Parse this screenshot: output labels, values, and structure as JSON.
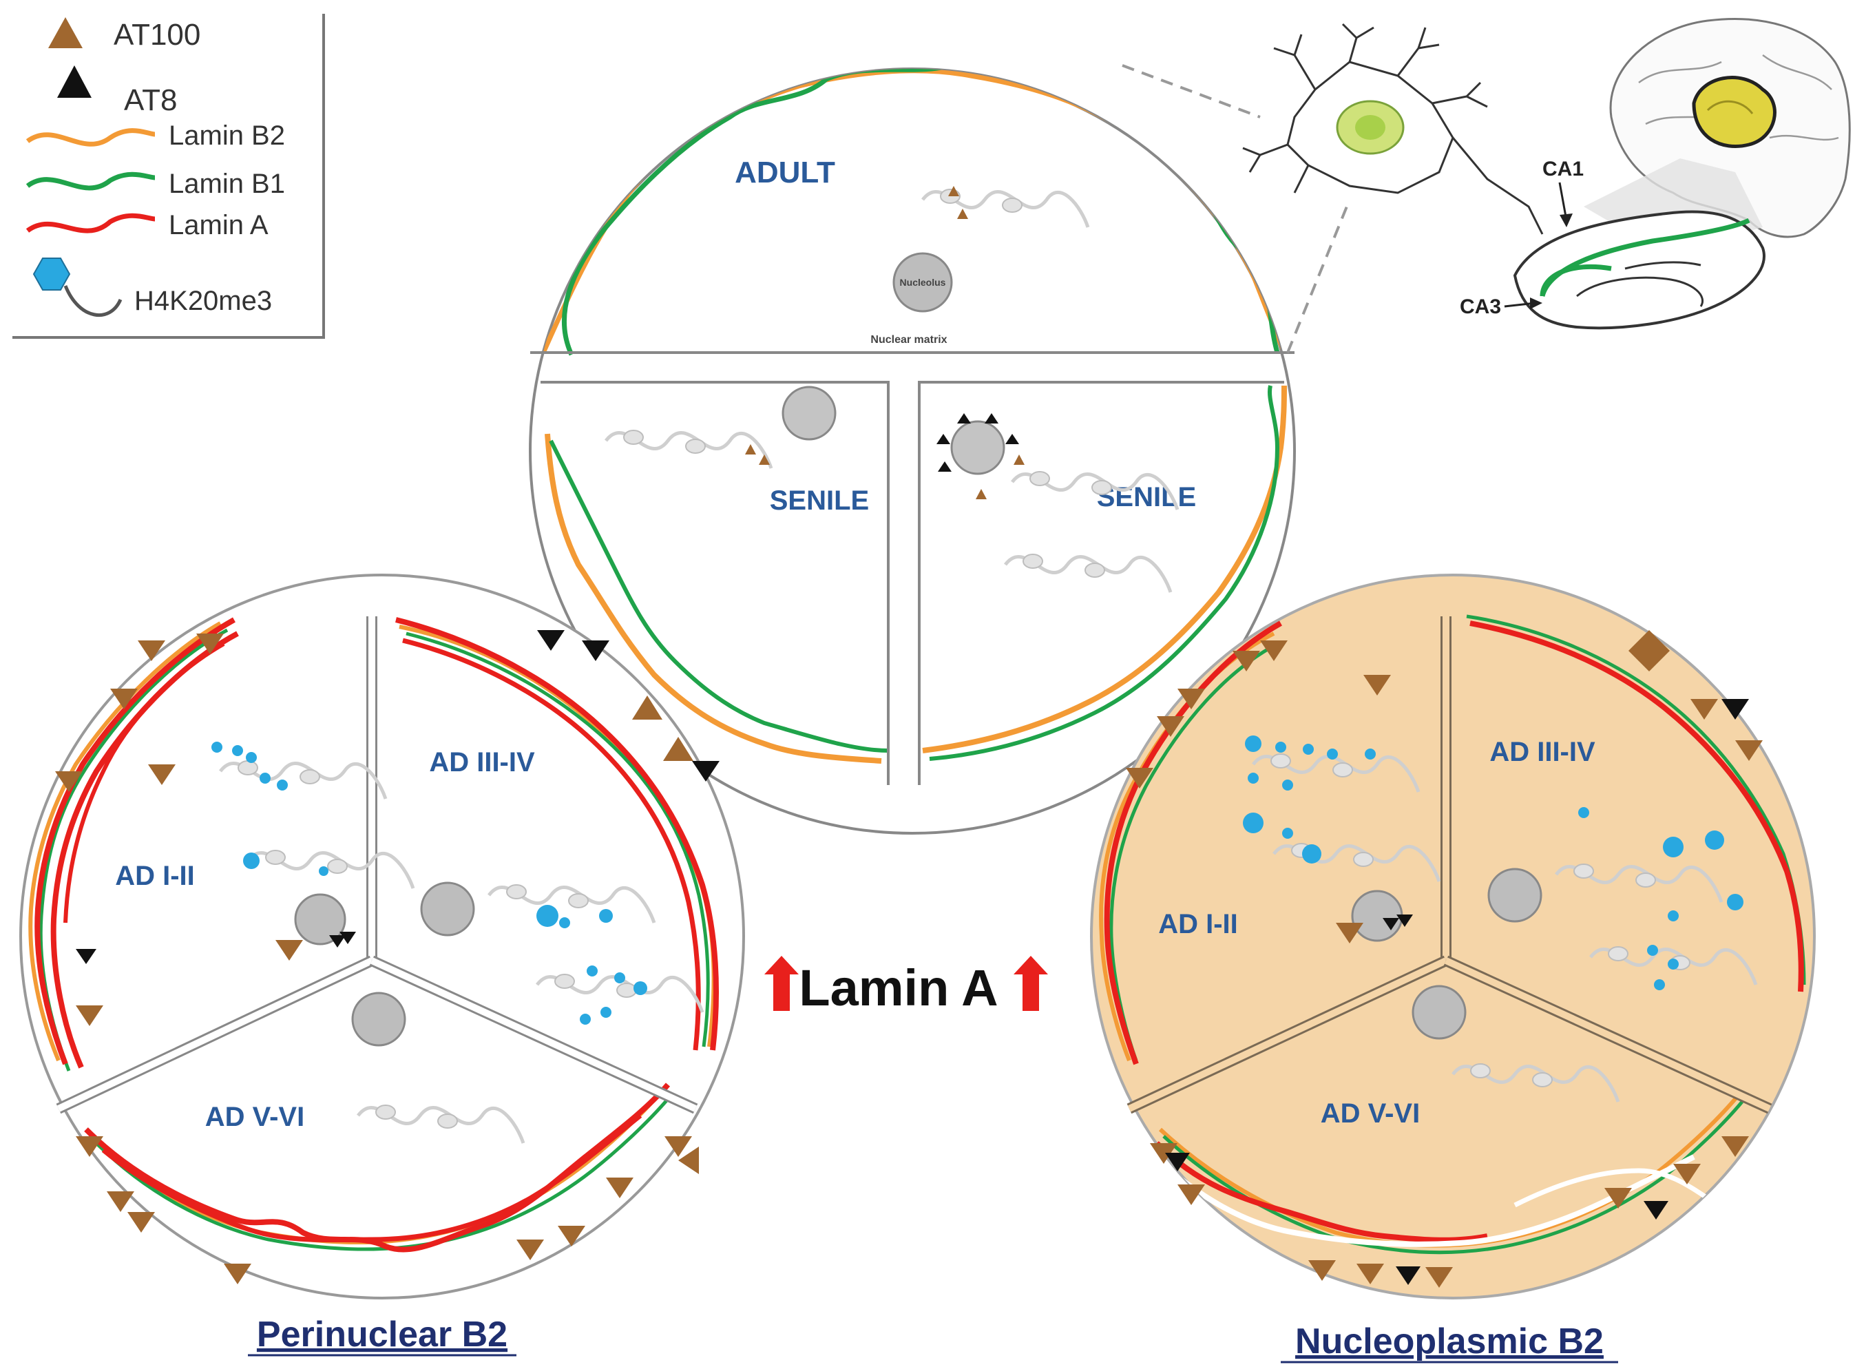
{
  "legend": {
    "items": [
      {
        "label": "AT100",
        "marker": "triangle",
        "color": "#a0672f"
      },
      {
        "label": "AT8",
        "marker": "triangle",
        "color": "#111111"
      },
      {
        "label": "Lamin B2",
        "marker": "wave",
        "color": "#f39a35"
      },
      {
        "label": "Lamin B1",
        "marker": "wave",
        "color": "#1fa34a"
      },
      {
        "label": "Lamin A",
        "marker": "wave",
        "color": "#e8201c"
      },
      {
        "label": "H4K20me3",
        "marker": "hexagon-tail",
        "color": "#29a8e0"
      }
    ]
  },
  "top_nucleus": {
    "adult_label": "ADULT",
    "nucleolus_label": "Nucleolus",
    "matrix_label": "Nuclear matrix",
    "senile_left_label": "SENILE",
    "senile_right_label": "SENILE"
  },
  "brain": {
    "ca1_label": "CA1",
    "ca3_label": "CA3"
  },
  "left_nucleus": {
    "caption": "Perinuclear B2",
    "sectors": [
      "AD I-II",
      "AD III-IV",
      "AD V-VI"
    ]
  },
  "right_nucleus": {
    "caption": "Nucleoplasmic B2",
    "sectors": [
      "AD I-II",
      "AD III-IV",
      "AD V-VI"
    ],
    "fill_color": "#f5d5a8"
  },
  "center": {
    "label": "Lamin A",
    "arrow_color": "#e8201c"
  },
  "colors": {
    "lamin_b2": "#f39a35",
    "lamin_b1": "#1fa34a",
    "lamin_a": "#e8201c",
    "at100": "#a0672f",
    "at8": "#111111",
    "h4k20": "#29a8e0",
    "stage_text": "#2a5a9a",
    "caption_text": "#1f2f70"
  }
}
